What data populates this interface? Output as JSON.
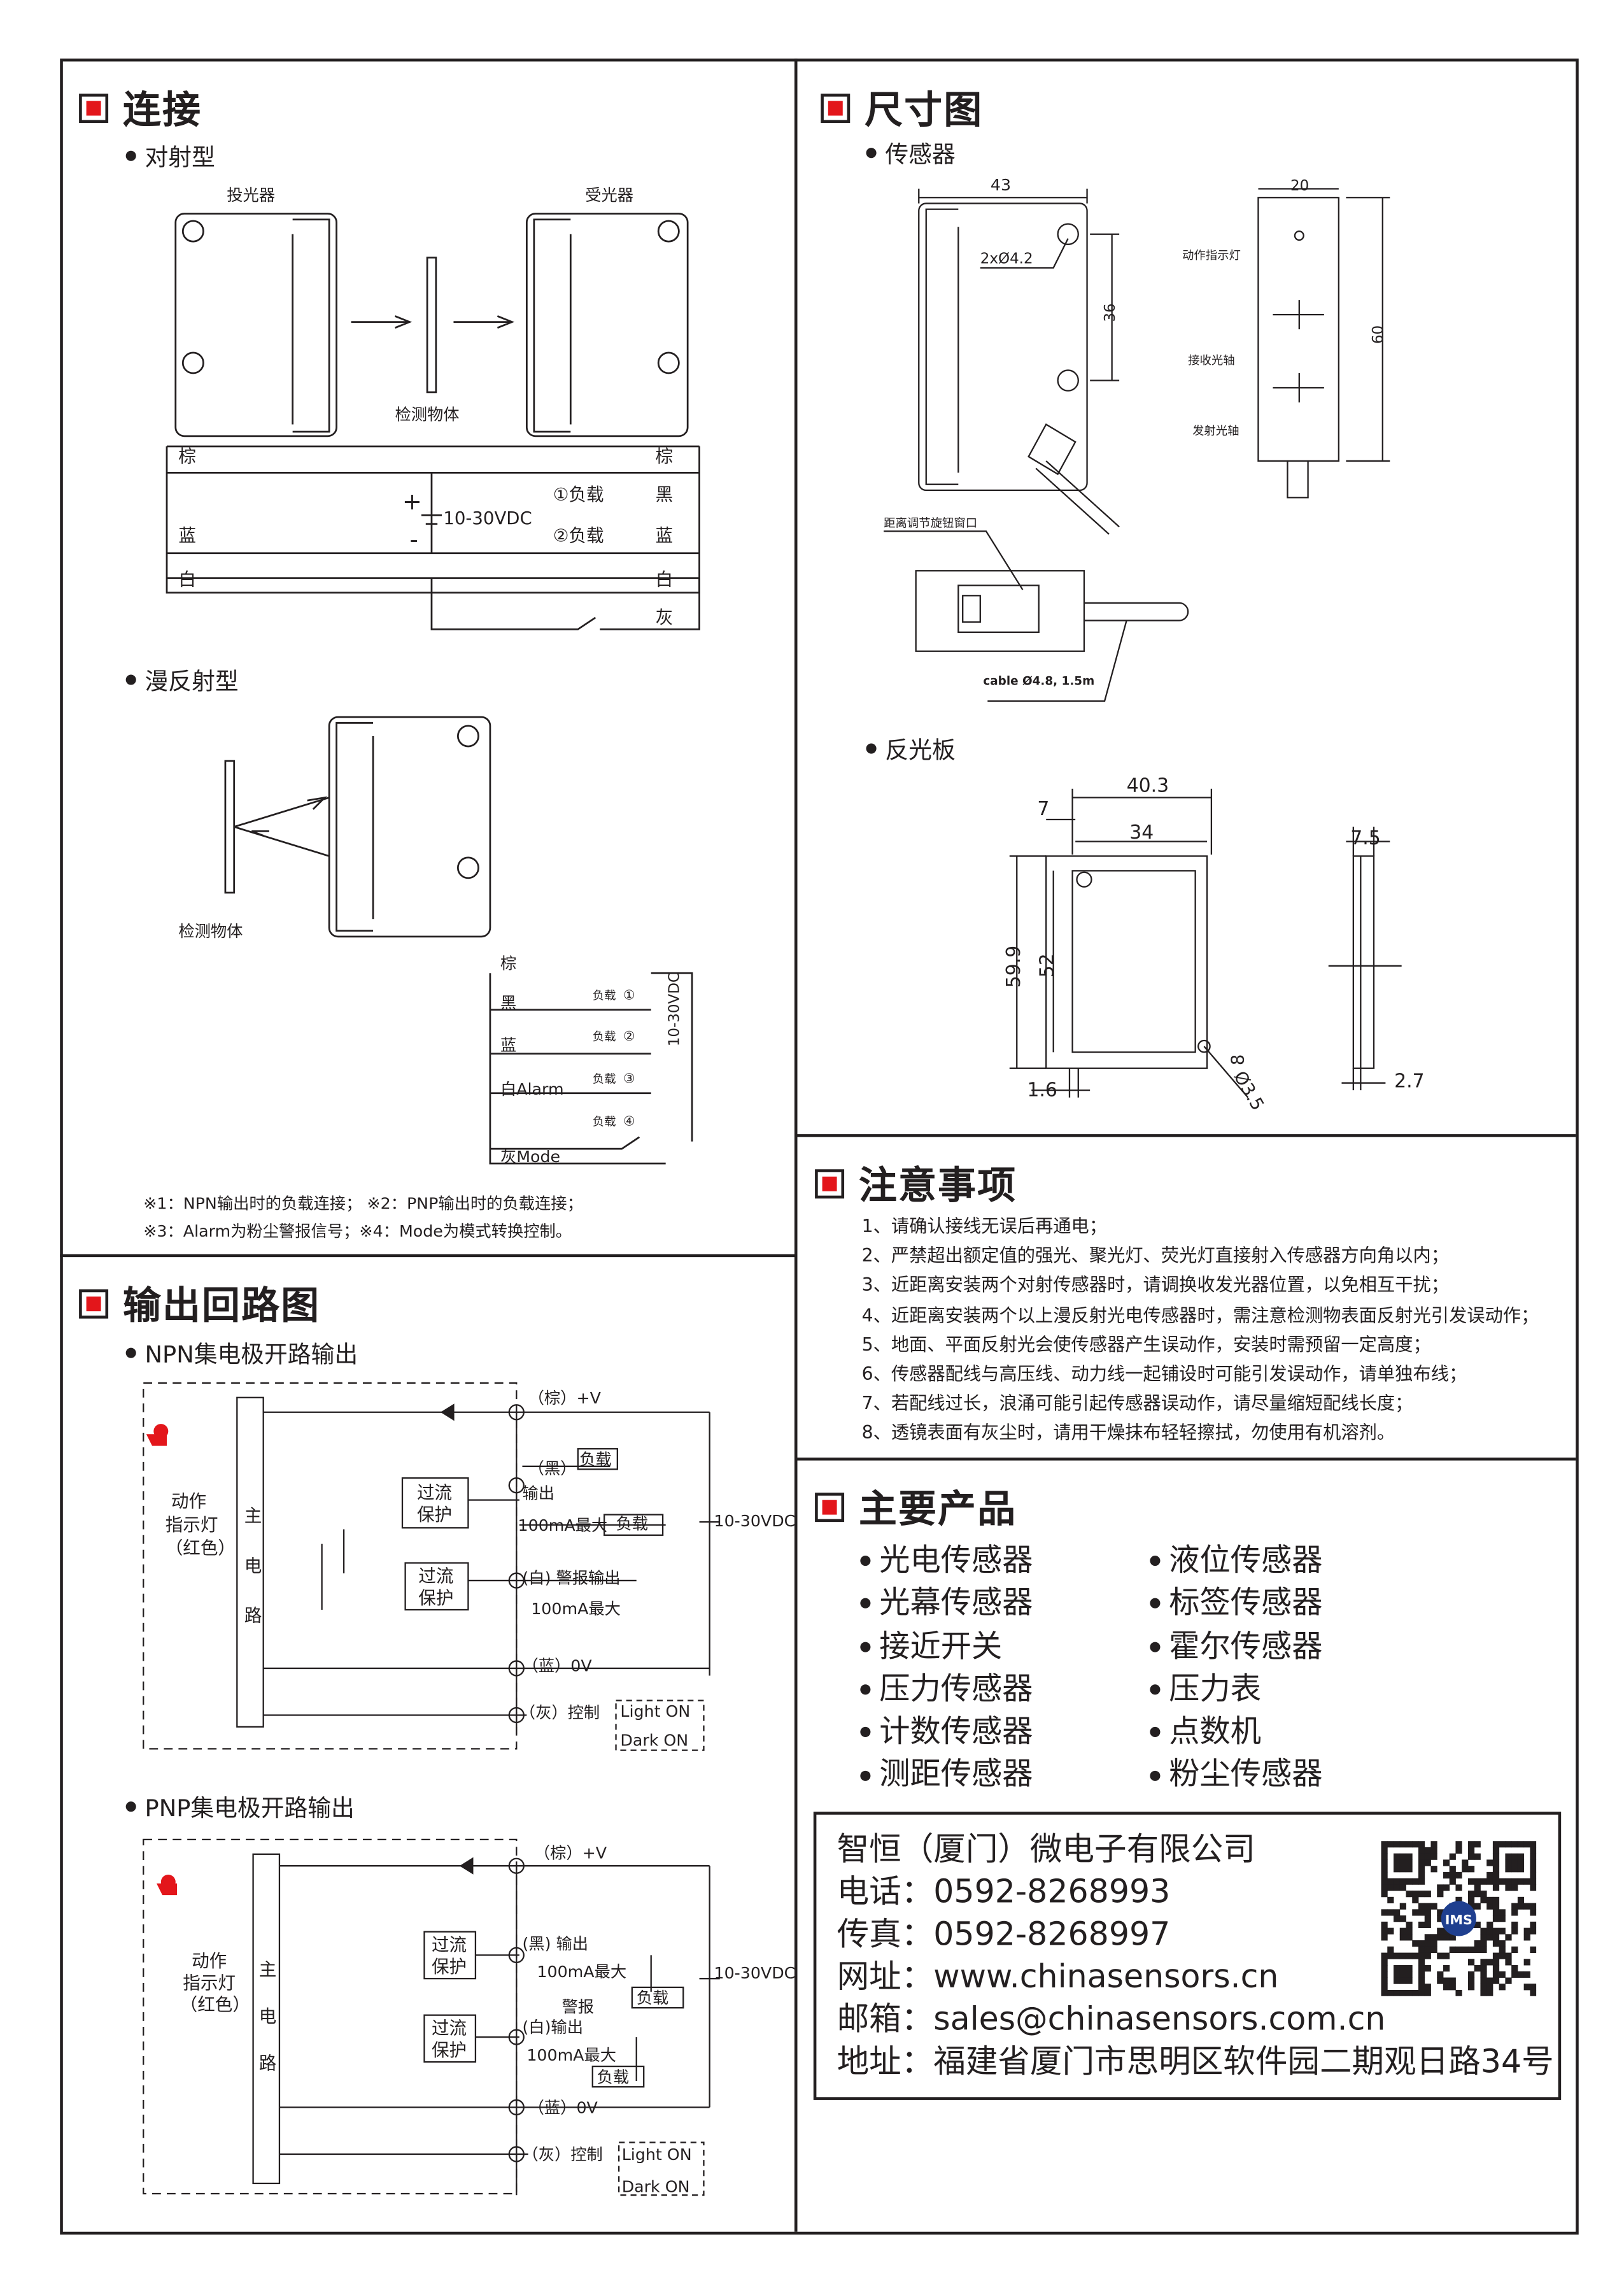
{
  "connection": {
    "title": "连接",
    "through_beam": "对射型",
    "emitter": "投光器",
    "receiver": "受光器",
    "object": "检测物体",
    "wires": {
      "brown": "棕",
      "blue": "蓝",
      "white": "白",
      "black": "黑",
      "gray": "灰"
    },
    "supply": "10-30VDC",
    "plus": "+",
    "minus": "-",
    "load1": "①负载",
    "load2": "②负载",
    "diffuse": "漫反射型",
    "diffuse_object": "检测物体",
    "diffuse_labels": {
      "brown": "棕",
      "black": "黑",
      "blue": "蓝",
      "white_alarm": "白Alarm",
      "gray_mode": "灰Mode",
      "load": "负载",
      "n1": "①",
      "n2": "②",
      "n3": "③",
      "n4": "④",
      "supply": "10-30VDC"
    },
    "footnote1": "※1：NPN输出时的负载连接； ※2：PNP输出时的负载连接；",
    "footnote2": "※3：Alarm为粉尘警报信号；※4：Mode为模式转换控制。"
  },
  "output_circuit": {
    "title": "输出回路图",
    "npn_title": "NPN集电极开路输出",
    "pnp_title": "PNP集电极开路输出",
    "indicator": [
      "动作",
      "指示灯",
      "（红色）"
    ],
    "main_circuit": [
      "主",
      "电",
      "路"
    ],
    "overcurrent": [
      "过流",
      "保护"
    ],
    "npn": {
      "vplus": "（棕）+V",
      "black": "（黑）",
      "output": "输出",
      "load": "负载",
      "max1": "100mA最大",
      "alarm": "(白) 警报输出",
      "max2": "100mA最大",
      "zero": "（蓝）0V",
      "control": "（灰）控制",
      "light_on": "Light  ON",
      "dark_on": "Dark  ON",
      "supply": "10-30VDC"
    },
    "pnp": {
      "vplus": "（棕）+V",
      "black_out": "(黑) 输出",
      "max1": "100mA最大",
      "alarm1": "警报",
      "alarm2": "(白)输出",
      "max2": "100mA最大",
      "load": "负载",
      "zero": "（蓝）0V",
      "control": "（灰）控制",
      "light_on": "Light  ON",
      "dark_on": "Dark  ON",
      "supply": "10-30VDC"
    }
  },
  "dimensions": {
    "title": "尺寸图",
    "sensor": "传感器",
    "d43": "43",
    "hole": "2xØ4.2",
    "d36": "36",
    "d20": "20",
    "d60": "60",
    "indicator": "动作指示灯",
    "receiver_axis": "接收光轴",
    "emitter_axis": "发射光轴",
    "knob": "距离调节旋钮窗口",
    "cable": "cable Ø4.8, 1.5m",
    "reflector": "反光板",
    "r403": "40.3",
    "r7": "7",
    "r34": "34",
    "r599": "59.9",
    "r52": "52",
    "r16": "1.6",
    "r8": "8",
    "r35": "Ø3.5",
    "r75": "7.5",
    "r27": "2.7"
  },
  "notes": {
    "title": "注意事项",
    "items": [
      "1、请确认接线无误后再通电；",
      "2、严禁超出额定值的强光、聚光灯、荧光灯直接射入传感器方向角以内；",
      "3、近距离安装两个对射传感器时，请调换收发光器位置，以免相互干扰；",
      "4、近距离安装两个以上漫反射光电传感器时，需注意检测物表面反射光引发误动作；",
      "5、地面、平面反射光会使传感器产生误动作，安装时需预留一定高度；",
      "6、传感器配线与高压线、动力线一起铺设时可能引发误动作，请单独布线；",
      "7、若配线过长，浪涌可能引起传感器误动作，请尽量缩短配线长度；",
      "8、透镜表面有灰尘时，请用干燥抹布轻轻擦拭，勿使用有机溶剂。"
    ]
  },
  "products": {
    "title": "主要产品",
    "col1": [
      "光电传感器",
      "光幕传感器",
      "接近开关",
      "压力传感器",
      "计数传感器",
      "测距传感器"
    ],
    "col2": [
      "液位传感器",
      "标签传感器",
      "霍尔传感器",
      "压力表",
      "点数机",
      "粉尘传感器"
    ]
  },
  "contact": {
    "company": "智恒（厦门）微电子有限公司",
    "phone": "电话：0592-8268993",
    "fax": "传真：0592-8268997",
    "web": "网址：www.chinasensors.cn",
    "email": "邮箱：sales@chinasensors.com.cn",
    "address": "地址：福建省厦门市思明区软件园二期观日路34号",
    "qr_logo": "IMS"
  },
  "colors": {
    "accent": "#e3161b",
    "line": "#231f20"
  }
}
